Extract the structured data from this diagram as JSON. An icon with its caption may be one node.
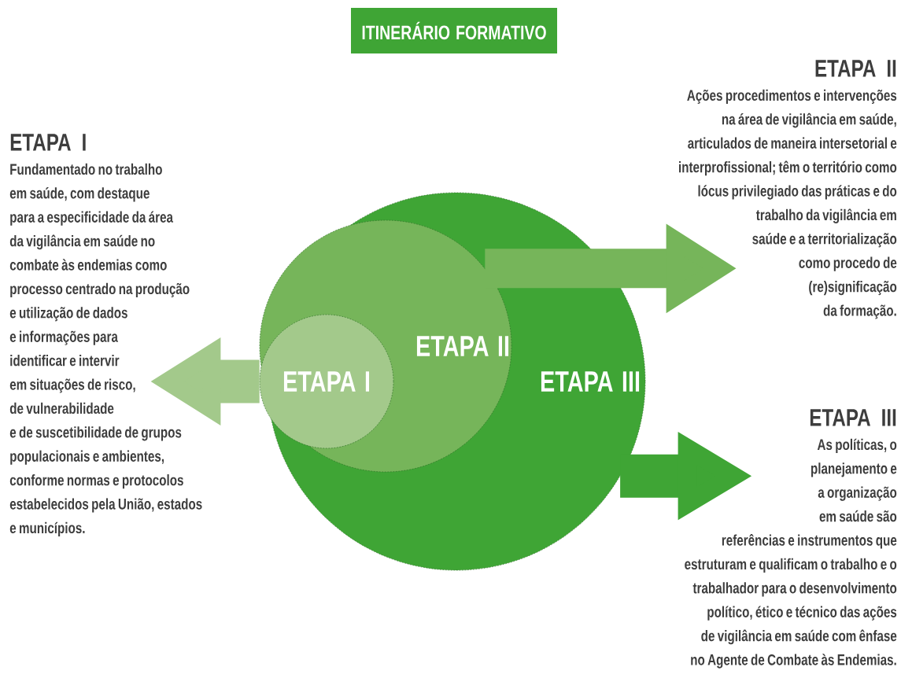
{
  "diagram": {
    "title": "ITINERÁRIO FORMATIVO",
    "nodes": [
      {
        "text": [
          "ETAPA III"
        ]
      },
      {
        "text": [
          "ETAPA II"
        ],
        "in": 0
      },
      {
        "text": [
          "ETAPA I"
        ],
        "in": 1
      },
      {
        "text": [
          "ETAPA I",
          "Fundamentado no trabalho em saúde, com destaque para a especificidade da área da vigilância em saúde no combate às endemias como processo centrado na produção e utilização de dados e informações para identificar e intervir em situações de risco, de vulnerabilidade e de suscetibilidade de grupos populacionais e ambientes, conforme normas e protocolos estabelecidos pela União, estados e municípios."
        ]
      },
      {
        "text": [
          "ETAPA II",
          "Ações procedimentos e intervenções na área de vigilância em saúde, articulados de maneira intersetorial e interprofissional; têm o território como lócus privilegiado das práticas e do trabalho da vigilância em saúde e a territorialização como procedo de (re)significação da formação."
        ]
      },
      {
        "text": [
          "ETAPA III",
          "As políticas, o planejamento e a organização em saúde são referências e instrumentos que estruturam e qualificam o trabalho e o trabalhador para o desenvolvimento político, ético e técnico das ações de vigilância em saúde com ênfase no Agente de Combate às Endemias."
        ]
      }
    ],
    "edges": [
      {
        "from": 2,
        "to": 3,
        "arrow": "to",
        "color": "#a3c98b"
      },
      {
        "from": 1,
        "to": 4,
        "arrow": "to",
        "color": "#76b55a"
      },
      {
        "from": 0,
        "to": 5,
        "arrow": "to",
        "color": "#3fa535"
      }
    ]
  }
}
